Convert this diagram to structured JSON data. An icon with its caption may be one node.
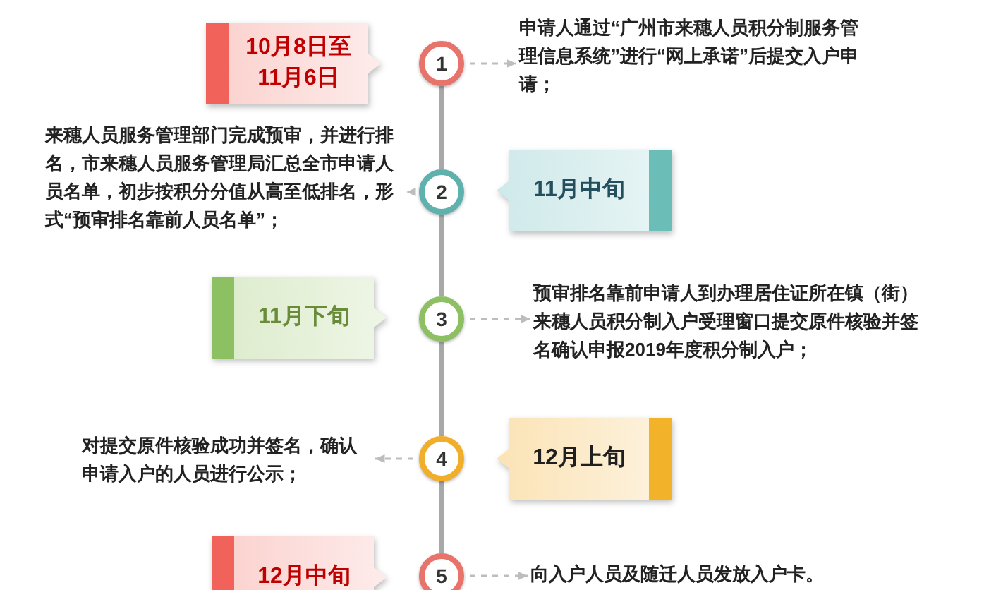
{
  "diagram": {
    "nodes": [
      {
        "text": [
          "10月8日至11月6日"
        ]
      },
      {
        "text": [
          "1"
        ]
      },
      {
        "text": [
          "申请人通过“广州市来穗人员积分制服务管理信息系统”进行“网上承诺”后提交入户申请；"
        ]
      },
      {
        "text": [
          "来穗人员服务管理部门完成预审，并进行排名，市来穗人员服务管理局汇总全市申请人员名单，初步按积分分值从高至低排名，形式“预审排名靠前人员名单”；"
        ]
      },
      {
        "text": [
          "2"
        ]
      },
      {
        "text": [
          "11月中旬"
        ]
      },
      {
        "text": [
          "11月下旬"
        ]
      },
      {
        "text": [
          "3"
        ]
      },
      {
        "text": [
          "预审排名靠前申请人到办理居住证所在镇（街）来穗人员积分制入户受理窗口提交原件核验并签名确认申报2019年度积分制入户；"
        ]
      },
      {
        "text": [
          "对提交原件核验成功并签名，确认申请入户的人员进行公示；"
        ]
      },
      {
        "text": [
          "4"
        ]
      },
      {
        "text": [
          "12月上旬"
        ]
      },
      {
        "text": [
          "12月中旬"
        ]
      },
      {
        "text": [
          "5"
        ]
      },
      {
        "text": [
          "向入户人员及随迁人员发放入户卡。"
        ]
      }
    ],
    "edges": [
      {
        "from": 1,
        "to": 2,
        "arrow": "to",
        "style": "dashed"
      },
      {
        "from": 4,
        "to": 3,
        "arrow": "to",
        "style": "dashed"
      },
      {
        "from": 7,
        "to": 8,
        "arrow": "to",
        "style": "dashed"
      },
      {
        "from": 10,
        "to": 9,
        "arrow": "to",
        "style": "dashed"
      },
      {
        "from": 13,
        "to": 14,
        "arrow": "to",
        "style": "dashed"
      },
      {
        "from": 1,
        "to": 4,
        "arrow": "none",
        "style": "thick"
      },
      {
        "from": 4,
        "to": 7,
        "arrow": "none",
        "style": "thick"
      },
      {
        "from": 7,
        "to": 10,
        "arrow": "none",
        "style": "thick"
      },
      {
        "from": 10,
        "to": 13,
        "arrow": "none",
        "style": "thick"
      }
    ]
  }
}
